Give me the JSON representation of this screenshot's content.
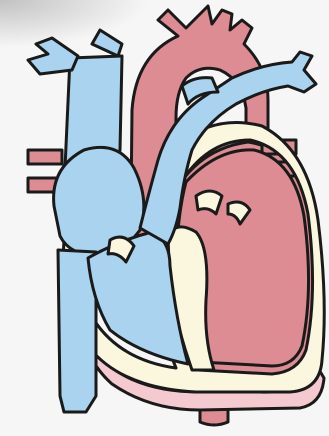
{
  "diagram": {
    "subject": "heart-cross-section",
    "labels": [],
    "colors": {
      "background": "#f6f6f6",
      "oxygen_poor_blue": "#a9d3ee",
      "oxygen_rich_red": "#dc8c92",
      "wall_cream": "#fbf6de",
      "pericardium_pink": "#f4c9cf",
      "outline": "#1a1a1a"
    },
    "structures": [
      "superior-vena-cava",
      "inferior-vena-cava",
      "right-atrium",
      "right-ventricle",
      "pulmonary-artery",
      "aorta",
      "left-atrium",
      "left-ventricle",
      "pulmonary-veins",
      "heart-wall"
    ]
  }
}
